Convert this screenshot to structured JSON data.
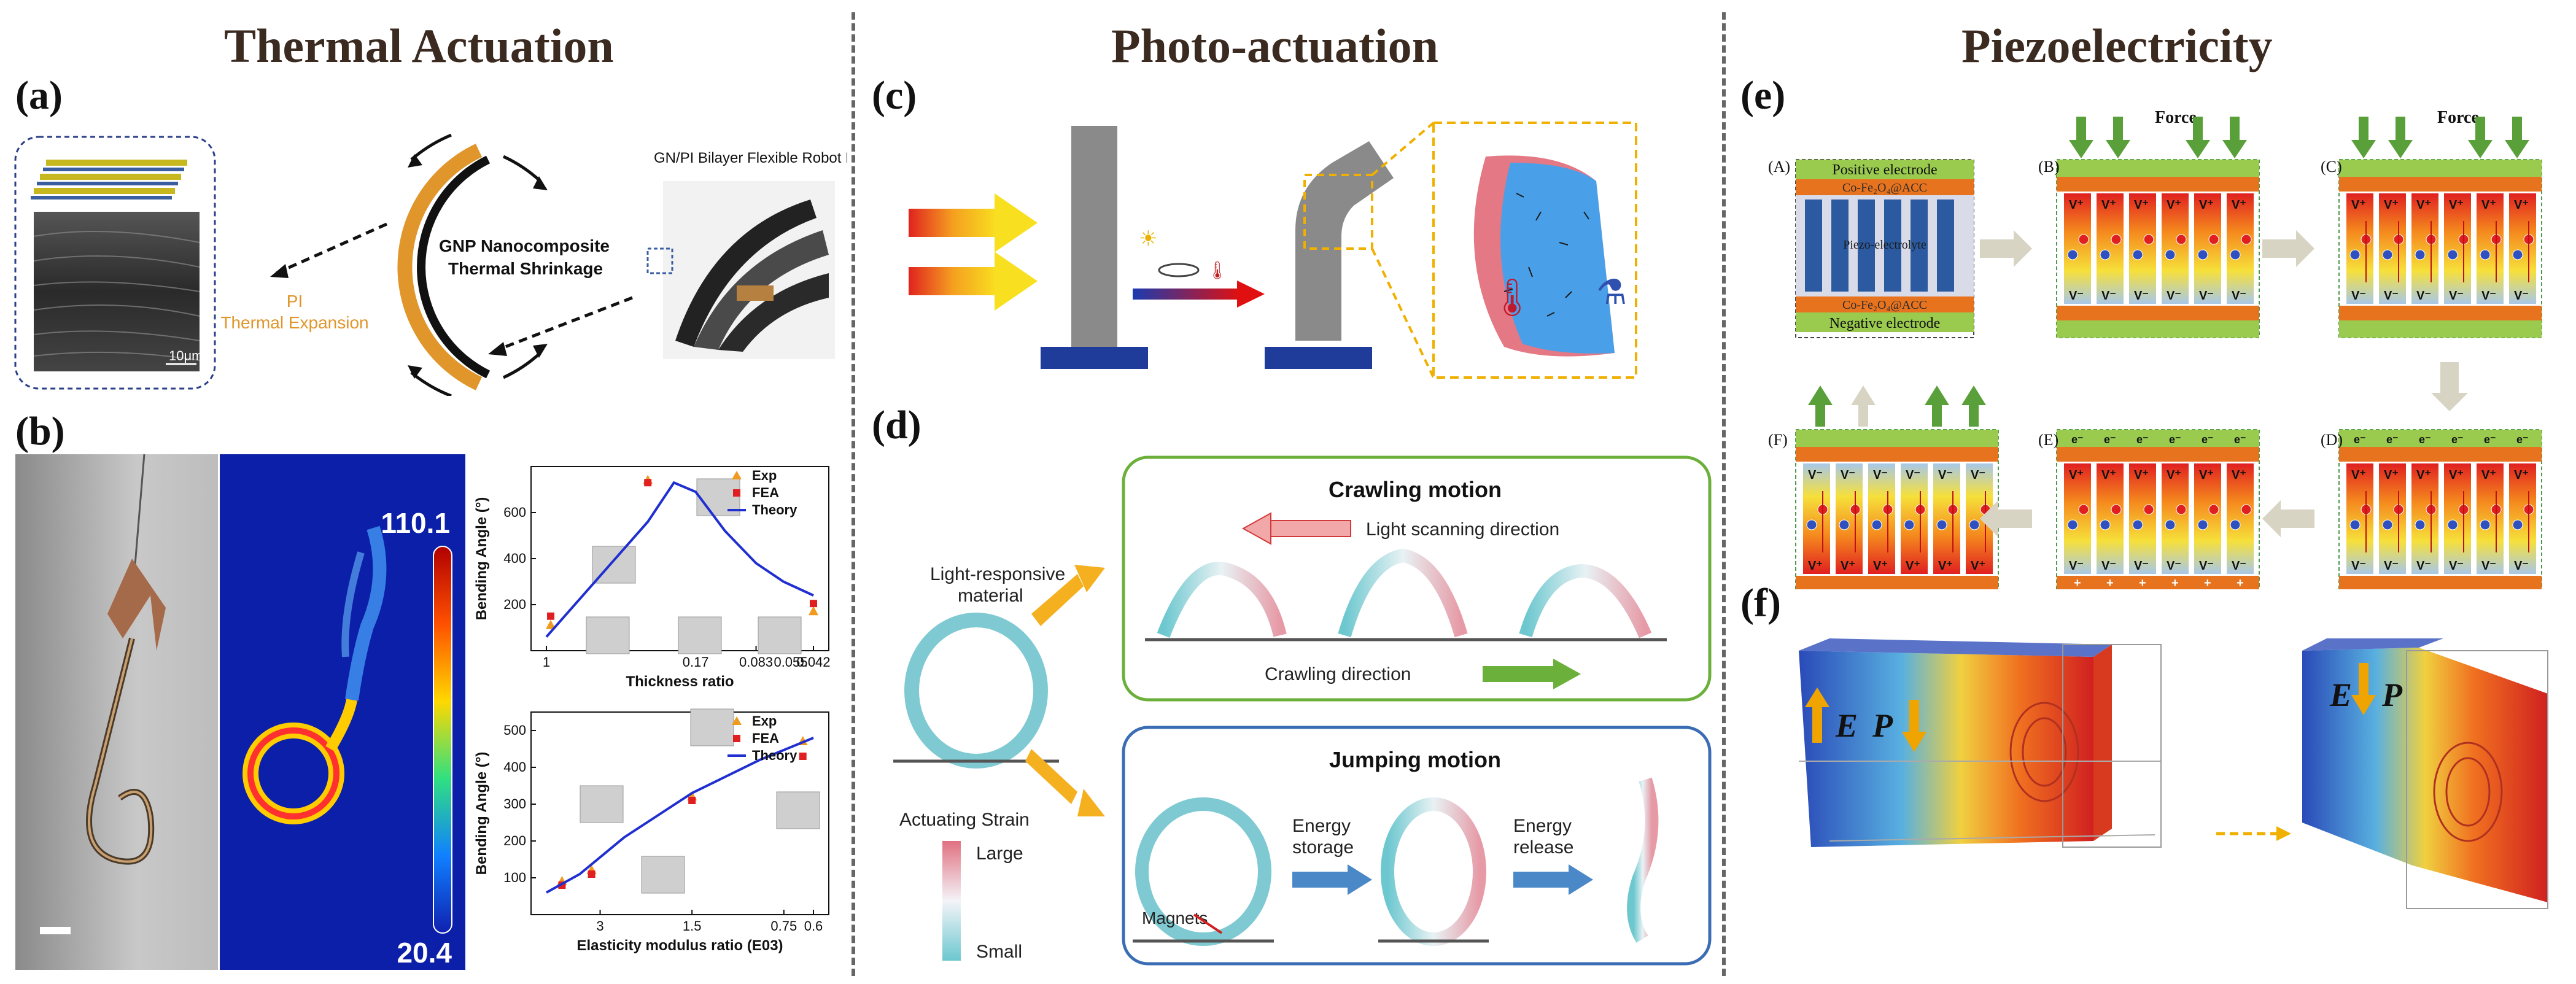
{
  "sections": {
    "thermal": "Thermal Actuation",
    "photo": "Photo-actuation",
    "piezo": "Piezoelectricity"
  },
  "panel_labels": {
    "a": "(a)",
    "b": "(b)",
    "c": "(c)",
    "d": "(d)",
    "e": "(e)",
    "f": "(f)"
  },
  "panel_a": {
    "robot_hands": "GN/PI Bilayer Flexible Robot Hands",
    "gnp_line1": "GNP Nanocomposite",
    "gnp_line2": "Thermal Shrinkage",
    "pi_line1": "PI",
    "pi_line2": "Thermal Expansion",
    "scale": "10μm"
  },
  "panel_b": {
    "colorbar_max": "110.1",
    "colorbar_min": "20.4",
    "legend": [
      "Exp",
      "FEA",
      "Theory"
    ]
  },
  "chart_data": [
    {
      "type": "scatter",
      "xlabel": "Thickness ratio",
      "ylabel": "Bending Angle (°)",
      "xticks": [
        "1",
        "0.17",
        "0.083",
        "0.055",
        "0.042"
      ],
      "yticks": [
        "200",
        "400",
        "600"
      ],
      "series": [
        {
          "name": "Exp",
          "x": [
            0.95,
            0.3,
            0.042
          ],
          "y": [
            110,
            740,
            170
          ]
        },
        {
          "name": "FEA",
          "x": [
            0.95,
            0.3,
            0.042
          ],
          "y": [
            150,
            730,
            205
          ]
        },
        {
          "name": "Theory",
          "x": [
            1,
            0.3,
            0.22,
            0.17,
            0.12,
            0.083,
            0.06,
            0.042
          ],
          "y": [
            60,
            560,
            730,
            690,
            520,
            380,
            300,
            240
          ]
        }
      ]
    },
    {
      "type": "scatter",
      "xlabel": "Elasticity modulus ratio (E03)",
      "ylabel": "Bending Angle (°)",
      "xticks": [
        "3",
        "1.5",
        "0.75",
        "0.6"
      ],
      "yticks": [
        "100",
        "200",
        "300",
        "400",
        "500"
      ],
      "series": [
        {
          "name": "Exp",
          "x": [
            4,
            3.2,
            1.5,
            0.65
          ],
          "y": [
            90,
            120,
            320,
            470
          ]
        },
        {
          "name": "FEA",
          "x": [
            4,
            3.2,
            1.5,
            0.65
          ],
          "y": [
            80,
            110,
            310,
            430
          ]
        },
        {
          "name": "Theory",
          "x": [
            4.5,
            3.5,
            2.5,
            1.5,
            0.9,
            0.6
          ],
          "y": [
            60,
            110,
            210,
            330,
            420,
            480
          ]
        }
      ]
    }
  ],
  "panel_d": {
    "material": [
      "Light-responsive",
      "material"
    ],
    "strain_title": "Actuating Strain",
    "strain_large": "Large",
    "strain_small": "Small",
    "crawl_title": "Crawling motion",
    "light_dir": "Light scanning direction",
    "crawl_dir": "Crawling direction",
    "jump_title": "Jumping motion",
    "magnets": "Magnets",
    "energy_storage": [
      "Energy",
      "storage"
    ],
    "energy_release": [
      "Energy",
      "release"
    ]
  },
  "panel_e": {
    "force": "Force",
    "pos_electrode": "Positive electrode",
    "neg_electrode": "Negative electrode",
    "cofe_top": "Co-Fe₂O₄@ACC",
    "cofe_bottom": "Co-Fe₂O₄@ACC",
    "electrolyte": "Piezo-electrolyte",
    "steps": [
      "(A)",
      "(B)",
      "(C)",
      "(D)",
      "(E)",
      "(F)"
    ],
    "v_plus": "V⁺",
    "v_minus": "V⁻",
    "electron": "e⁻"
  },
  "panel_f": {
    "e": "E",
    "p": "P"
  },
  "colors": {
    "orange": "#e8731e",
    "green": "#8bc34a",
    "blue": "#2c6bb0",
    "pi_orange": "#e0962a"
  }
}
